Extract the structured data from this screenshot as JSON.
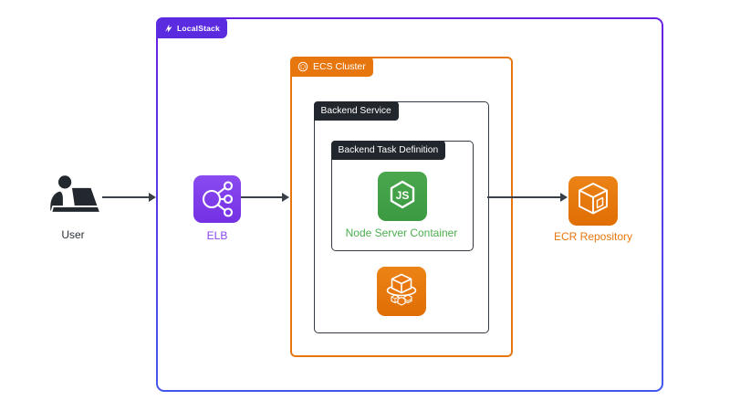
{
  "diagram": {
    "containers": {
      "localstack": {
        "label": "LocalStack",
        "border_style": "purple-blue gradient"
      },
      "ecs_cluster": {
        "label": "ECS Cluster",
        "border_color": "#e8760e"
      },
      "backend_service": {
        "label": "Backend Service",
        "tab_color": "#22272e"
      },
      "backend_task_definition": {
        "label": "Backend Task Definition",
        "tab_color": "#22272e"
      }
    },
    "nodes": {
      "user": {
        "label": "User"
      },
      "elb": {
        "label": "ELB"
      },
      "node_container": {
        "label": "Node Server Container",
        "logo_text": "JS"
      },
      "ecs_service": {
        "label": ""
      },
      "ecr": {
        "label": "ECR Repository"
      }
    },
    "icons": {
      "user": "person-at-laptop-icon",
      "elb": "load-balancer-icon",
      "node": "nodejs-hexagon-icon",
      "ecs": "ecs-containers-icon",
      "ecr": "ecr-cube-icon",
      "ecs_cluster_tab": "ecs-cluster-ring-icon",
      "localstack_tab": "localstack-logo-icon"
    },
    "arrows": [
      {
        "from": "user",
        "to": "localstack-boundary"
      },
      {
        "from": "elb",
        "to": "ecs-cluster-boundary"
      },
      {
        "from": "backend-service",
        "to": "ecr"
      }
    ],
    "colors": {
      "localstack_purple": "#5b2be0",
      "localstack_border_top": "#6620e4",
      "localstack_border_bottom": "#4457ec",
      "aws_orange": "#e8760e",
      "dark_tab": "#22272e",
      "node_green_icon": "#43a047",
      "node_label_green": "#4caf50",
      "elb_purple_icon": "#8a4bf1",
      "elb_label_purple": "#8a46f0",
      "arrow_gray": "#3a4048",
      "user_silhouette": "#23272e",
      "background": "#ffffff"
    }
  }
}
